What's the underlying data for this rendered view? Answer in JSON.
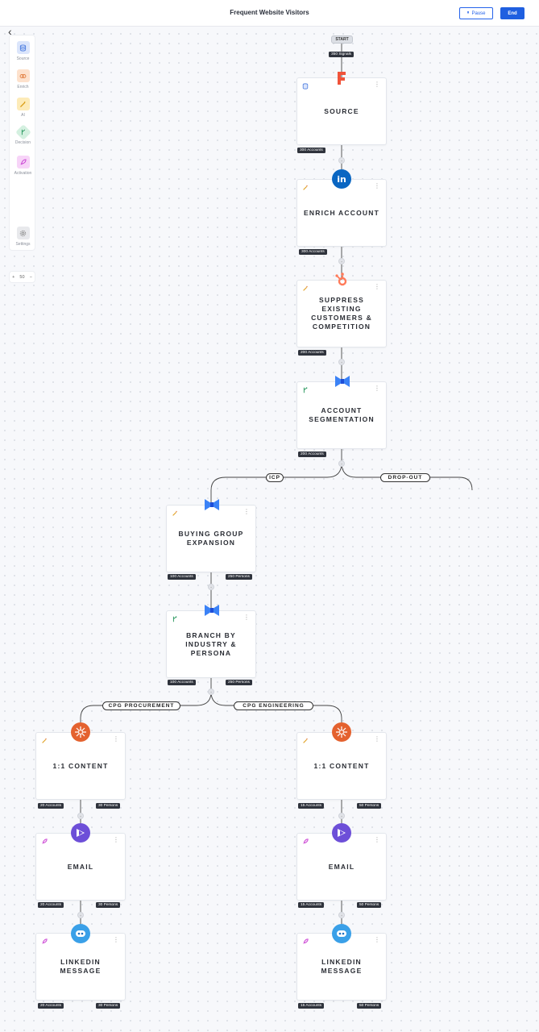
{
  "header": {
    "title": "Frequent Website Visitors",
    "pause_label": "Pause",
    "end_label": "End"
  },
  "sidebar": {
    "items": [
      {
        "label": "Source",
        "icon": "database-icon",
        "color": "#4c7de0",
        "bg": "#dbe5fb"
      },
      {
        "label": "Enrich",
        "icon": "brain-icon",
        "color": "#e07a3a",
        "bg": "#fde1cc"
      },
      {
        "label": "AI",
        "icon": "wand-icon",
        "color": "#d99a10",
        "bg": "#fdebb8"
      },
      {
        "label": "Decision",
        "icon": "branch-icon",
        "color": "#2e9a62",
        "bg": "#d4f0e0"
      },
      {
        "label": "Activation",
        "icon": "rocket-icon",
        "color": "#c63ad0",
        "bg": "#f7d4f8"
      }
    ],
    "settings_label": "Settings"
  },
  "zoom": {
    "plus": "+",
    "value": "50",
    "minus": "−"
  },
  "flow": {
    "start_label": "START",
    "signals_label": "350 Signals",
    "nodes": [
      {
        "id": "source",
        "label": "SOURCE",
        "type_icon": "database-icon",
        "app_icon": "fire-logo-icon",
        "stats": [
          "300 Accounts"
        ]
      },
      {
        "id": "enrich",
        "label": "ENRICH ACCOUNT",
        "type_icon": "wand-icon",
        "app_icon": "linkedin-logo-icon",
        "stats": [
          "300 Accounts"
        ]
      },
      {
        "id": "suppress",
        "label": "SUPPRESS EXISTING CUSTOMERS & COMPETITION",
        "type_icon": "wand-icon",
        "app_icon": "hubspot-logo-icon",
        "stats": [
          "200 Accounts"
        ]
      },
      {
        "id": "segment",
        "label": "ACCOUNT SEGMENTATION",
        "type_icon": "branch-icon",
        "app_icon": "bow-logo-icon",
        "stats": [
          "200 Accounts"
        ]
      },
      {
        "id": "buying",
        "label": "BUYING GROUP EXPANSION",
        "type_icon": "wand-icon",
        "app_icon": "bow-logo-icon",
        "stats": [
          "100 Accounts",
          "250 Persons"
        ]
      },
      {
        "id": "branch",
        "label": "BRANCH BY INDUSTRY & PERSONA",
        "type_icon": "branch-icon",
        "app_icon": "bow-logo-icon",
        "stats": [
          "100 Accounts",
          "250 Persons"
        ]
      },
      {
        "id": "content-left",
        "label": "1:1 CONTENT",
        "type_icon": "wand-icon",
        "app_icon": "sunburst-logo-icon",
        "stats": [
          "20 Accounts",
          "30 Persons"
        ]
      },
      {
        "id": "content-right",
        "label": "1:1 CONTENT",
        "type_icon": "wand-icon",
        "app_icon": "sunburst-logo-icon",
        "stats": [
          "15 Accounts",
          "50 Persons"
        ]
      },
      {
        "id": "email-left",
        "label": "EMAIL",
        "type_icon": "rocket-icon",
        "app_icon": "email-logo-icon",
        "stats": [
          "20 Accounts",
          "30 Persons"
        ]
      },
      {
        "id": "email-right",
        "label": "EMAIL",
        "type_icon": "rocket-icon",
        "app_icon": "email-logo-icon",
        "stats": [
          "15 Accounts",
          "50 Persons"
        ]
      },
      {
        "id": "linkedin-left",
        "label": "LINKEDIN MESSAGE",
        "type_icon": "rocket-icon",
        "app_icon": "robot-logo-icon",
        "stats": [
          "20 Accounts",
          "30 Persons"
        ]
      },
      {
        "id": "linkedin-right",
        "label": "LINKEDIN MESSAGE",
        "type_icon": "rocket-icon",
        "app_icon": "robot-logo-icon",
        "stats": [
          "15 Accounts",
          "50 Persons"
        ]
      }
    ],
    "branches": {
      "icp": "ICP",
      "dropout": "DROP-OUT",
      "cpg_procurement": "CPG PROCUREMENT",
      "cpg_engineering": "CPG ENGINEERING"
    }
  }
}
